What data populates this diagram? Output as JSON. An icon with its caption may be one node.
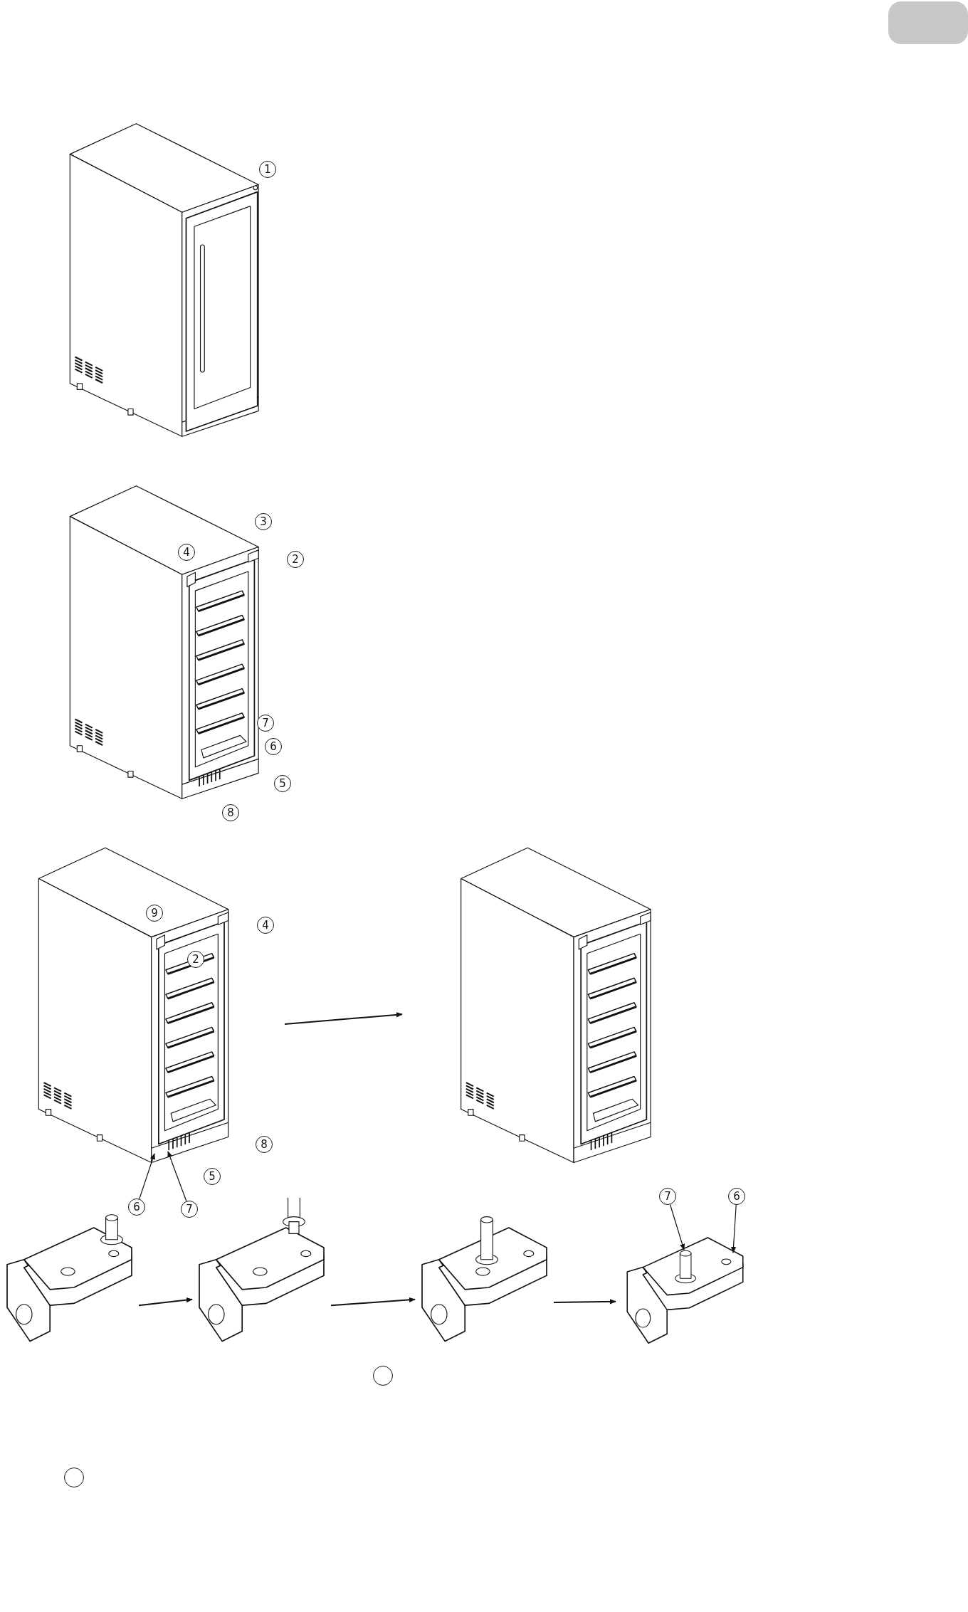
{
  "diagram": {
    "nodes": [
      {
        "text": [],
        "shape": "box"
      },
      {
        "text": [],
        "shape": "picture"
      },
      {
        "text": [],
        "shape": "picture"
      },
      {
        "text": [],
        "shape": "picture"
      },
      {
        "text": [],
        "shape": "picture"
      },
      {
        "text": [
          "6"
        ]
      },
      {
        "text": [
          "7"
        ]
      },
      {
        "text": [
          "7"
        ]
      },
      {
        "text": [
          "6"
        ]
      },
      {
        "text": [],
        "shape": "picture"
      },
      {
        "text": [],
        "shape": "picture"
      },
      {
        "text": [],
        "shape": "picture"
      },
      {
        "text": [],
        "shape": "picture"
      },
      {
        "text": [],
        "shape": "circle"
      },
      {
        "text": [],
        "shape": "circle"
      },
      {
        "text": [
          "1"
        ]
      },
      {
        "text": [
          "3"
        ]
      },
      {
        "text": [
          "4"
        ]
      },
      {
        "text": [
          "2"
        ]
      },
      {
        "text": [
          "7"
        ]
      },
      {
        "text": [
          "6"
        ]
      },
      {
        "text": [
          "5"
        ]
      },
      {
        "text": [
          "8"
        ]
      },
      {
        "text": [
          "9"
        ]
      },
      {
        "text": [
          "4"
        ]
      },
      {
        "text": [
          "2"
        ]
      },
      {
        "text": [
          "8"
        ]
      },
      {
        "text": [
          "5"
        ]
      }
    ],
    "edges": [
      {
        "from": 3,
        "to": 4,
        "arrow": "to"
      },
      {
        "from": 5,
        "to": 3,
        "arrow": "to"
      },
      {
        "from": 6,
        "to": 3,
        "arrow": "to"
      },
      {
        "from": 7,
        "to": 12,
        "arrow": "to"
      },
      {
        "from": 8,
        "to": 12,
        "arrow": "to"
      },
      {
        "from": 9,
        "to": 10,
        "arrow": "to"
      },
      {
        "from": 10,
        "to": 11,
        "arrow": "to"
      },
      {
        "from": 11,
        "to": 12,
        "arrow": "to"
      }
    ]
  }
}
